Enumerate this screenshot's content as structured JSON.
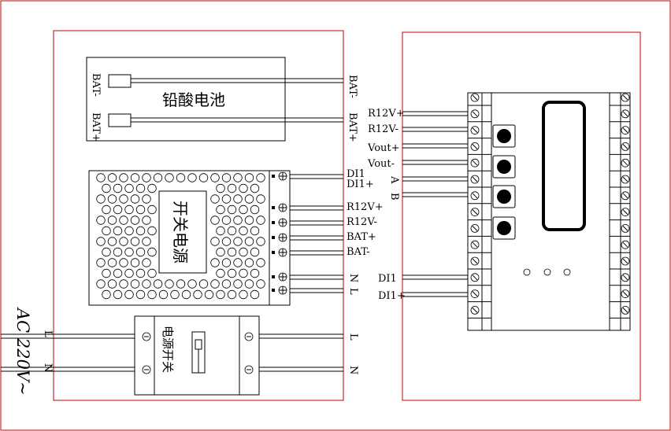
{
  "battery": {
    "name": "铅酸电池",
    "terminal_neg": "BAT-",
    "terminal_pos": "BAT+"
  },
  "psu": {
    "name": "开关电源",
    "right_labels": [
      "DI1",
      "DI1+",
      "R12V+",
      "R12V-",
      "BAT+",
      "BAT-",
      "N",
      "L"
    ]
  },
  "breaker": {
    "name": "电源开关",
    "left_labels": [
      "L",
      "N"
    ],
    "right_labels": [
      "L",
      "N"
    ]
  },
  "ac_input": "AC 220V~",
  "controller": {
    "left_labels": [
      "R12V+",
      "R12V-",
      "Vout+",
      "Vout-",
      "A",
      "B",
      "DI1",
      "DI1+"
    ]
  },
  "colors": {
    "frame": "#c00000",
    "line": "#000000"
  }
}
